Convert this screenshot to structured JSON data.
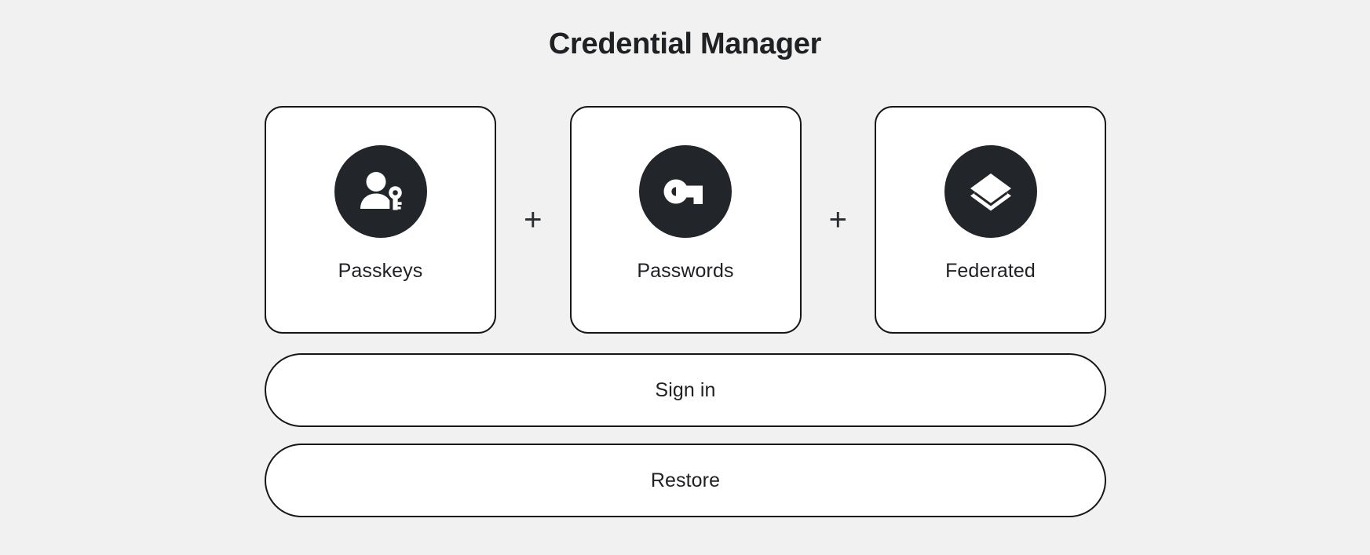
{
  "header": {
    "title": "Credential Manager"
  },
  "colors": {
    "background": "#f1f1f1",
    "surface": "#ffffff",
    "border": "#14161a",
    "icon_circle": "#22252a",
    "text": "#202124",
    "glyph": "#ffffff"
  },
  "credential_types": [
    {
      "label": "Passkeys",
      "icon": "person-key-icon"
    },
    {
      "label": "Passwords",
      "icon": "key-icon"
    },
    {
      "label": "Federated",
      "icon": "layers-icon"
    }
  ],
  "separators": [
    {
      "symbol": "+"
    },
    {
      "symbol": "+"
    }
  ],
  "actions": {
    "sign_in_label": "Sign in",
    "restore_label": "Restore"
  }
}
